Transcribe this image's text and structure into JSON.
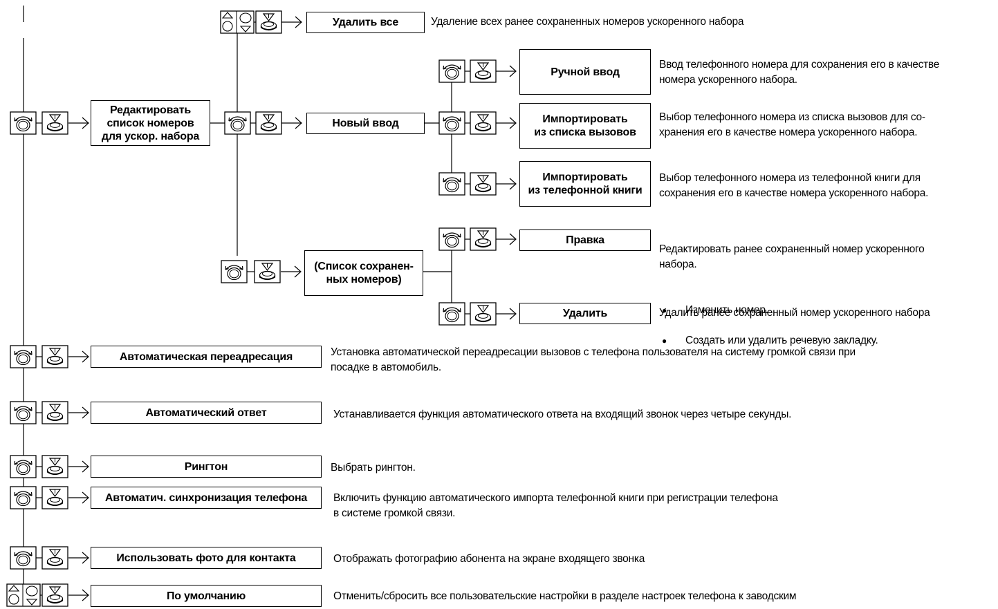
{
  "boxes": {
    "delete_all": "Удалить все",
    "edit_speed_dial": "Редактировать\nсписок номеров\nдля ускор. набора",
    "new_entry": "Новый ввод",
    "manual_entry": "Ручной ввод",
    "import_calls": "Импортировать\nиз списка вызовов",
    "import_book": "Импортировать\nиз телефонной книги",
    "saved_list": "(Список сохранен-\nных номеров)",
    "edit": "Правка",
    "delete": "Удалить",
    "auto_redirect": "Автоматическая переадресация",
    "auto_answer": "Автоматический ответ",
    "ringtone": "Рингтон",
    "auto_sync": "Автоматич. синхронизация телефона",
    "use_photo": "Использовать фото для контакта",
    "default": "По умолчанию"
  },
  "descriptions": {
    "delete_all": "Удаление всех ранее сохраненных номеров ускоренного набора",
    "manual_entry": "Ввод телефонного номера для сохранения его в качестве\nномера ускоренного набора.",
    "import_calls": "Выбор телефонного номера из списка вызовов для со-\nхранения его в качестве номера ускоренного набора.",
    "import_book": "Выбор телефонного номера из телефонной книги для\nсохранения его в качестве номера ускоренного набора.",
    "edit": "Редактировать ранее сохраненный номер ускоренного\nнабора.",
    "edit_bullets": [
      "Изменить номер.",
      "Создать или удалить речевую закладку."
    ],
    "delete": "Удалить ранее сохраненный номер ускоренного набора",
    "auto_redirect": "Установка автоматической переадресации вызовов с телефона пользователя на систему громкой связи при\nпосадке в автомобиль.",
    "auto_answer": "Устанавливается функция автоматического ответа на входящий звонок через четыре секунды.",
    "ringtone": "Выбрать рингтон.",
    "auto_sync": "Включить функцию автоматического импорта телефонной книги при регистрации телефона\nв системе громкой связи.",
    "use_photo": "Отображать фотографию абонента на экране входящего звонка",
    "default": "Отменить/сбросить все пользовательские настройки в разделе настроек телефона к заводским"
  },
  "icons": [
    "rotary-knob-icon",
    "press-knob-icon",
    "up-down-arrow-icon"
  ]
}
